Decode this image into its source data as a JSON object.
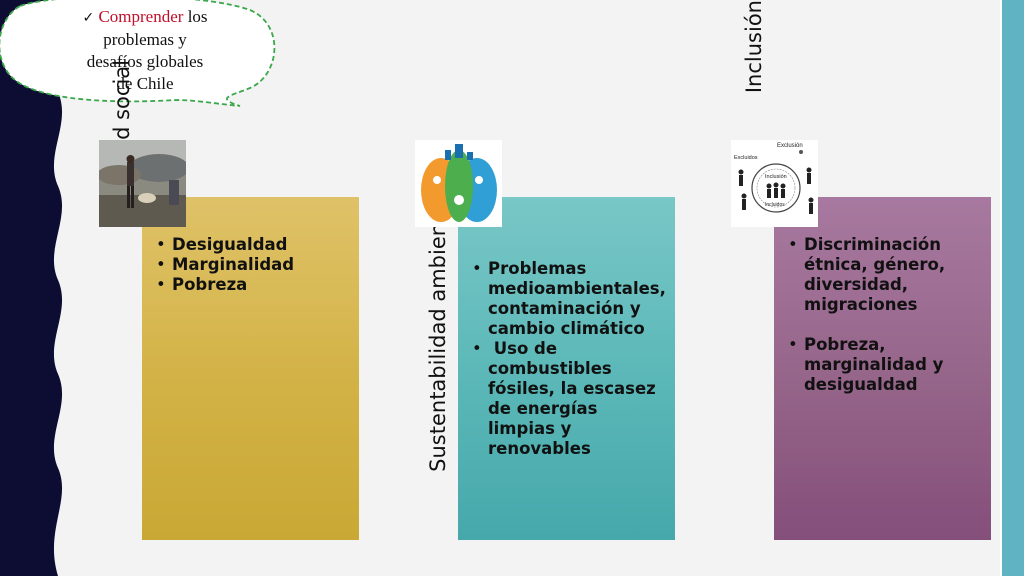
{
  "bubble": {
    "highlight": "Comprender",
    "rest_line1": " los",
    "line2": "problemas y",
    "line3": "desafíos globales",
    "line4": "de Chile"
  },
  "columns": [
    {
      "title": "Equidad social",
      "bullets": [
        "Desigualdad",
        "Marginalidad",
        "Pobreza"
      ]
    },
    {
      "title": "Sustentabilidad ambiental",
      "bullets": [
        "Problemas medioambientales, contaminación y cambio climático",
        " Uso de combustibles fósiles, la escasez de energías limpias y renovables"
      ]
    },
    {
      "title": "Inclusión",
      "bullets": [
        "Discriminación étnica, género, diversidad, migraciones",
        "Pobreza, marginalidad y desigualdad"
      ],
      "diagram": {
        "exclusion": "Exclusión",
        "excluidos": "Excluidos",
        "inclusion": "Inclusión",
        "incluidos": "Incluidos"
      }
    }
  ],
  "colors": {
    "navy": "#0d0d33",
    "gold": "#d2b245",
    "teal": "#5ab7b7",
    "purple": "#956489",
    "accent_right": "#5fb3c3",
    "highlight_red": "#c0102a",
    "bubble_border": "#3aa84a"
  }
}
